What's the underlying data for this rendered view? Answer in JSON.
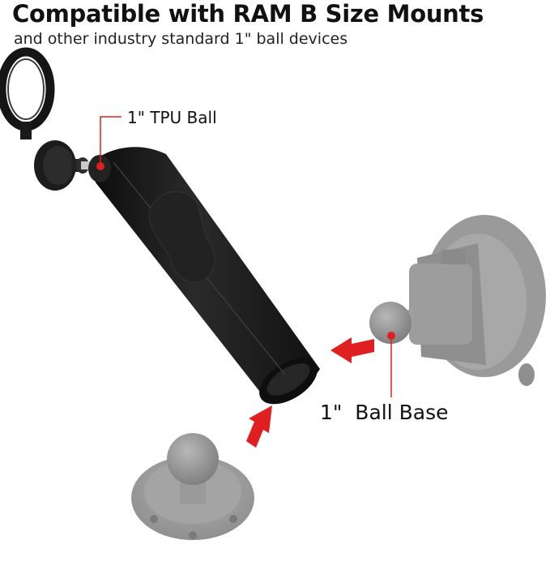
{
  "header": {
    "title": "Compatible with RAM B Size Mounts",
    "subtitle": "and other industry standard 1\" ball devices"
  },
  "labels": {
    "tpu_ball": "1\" TPU Ball",
    "ball_base": "1\"  Ball Base"
  },
  "colors": {
    "accent": "#e02020",
    "product": "#1a1a1a",
    "accessory": "#9a9a9a"
  }
}
